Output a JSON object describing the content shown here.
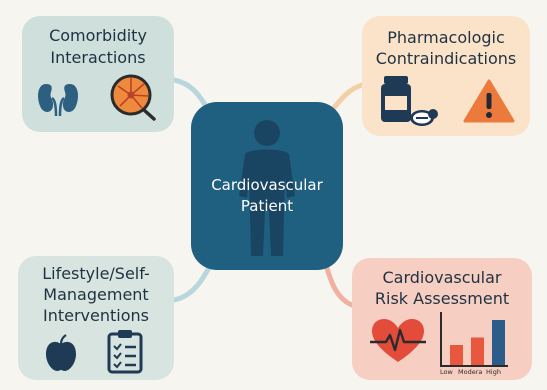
{
  "center": {
    "line1": "Cardiovascular",
    "line2": "Patient"
  },
  "nodes": {
    "comorbidity": {
      "line1": "Comorbidity",
      "line2": "Interactions",
      "icons": [
        "kidneys-icon",
        "eye-retina-icon"
      ]
    },
    "pharmacologic": {
      "line1": "Pharmacologic",
      "line2": "Contraindications",
      "icons": [
        "pill-bottle-icon",
        "warning-triangle-icon"
      ]
    },
    "lifestyle": {
      "line1": "Lifestyle/Self-",
      "line2": "Management",
      "line3": "Interventions",
      "icons": [
        "apple-icon",
        "clipboard-checklist-icon"
      ]
    },
    "risk": {
      "line1": "Cardiovascular",
      "line2": "Risk Assessment",
      "icons": [
        "heart-ecg-icon",
        "bar-chart-icon"
      ]
    }
  },
  "risk_chart": {
    "categories": [
      "Low",
      "Modera",
      "High"
    ],
    "levels": [
      0.4,
      0.55,
      0.9
    ],
    "colors": [
      "#e9573f",
      "#e9573f",
      "#2b5c8a"
    ]
  },
  "colors": {
    "background": "#f6f5f0",
    "center": "#1f5f80",
    "comorbidity": "#cfdfdc",
    "pharmacologic": "#fae3c8",
    "lifestyle": "#d7e4df",
    "risk": "#f6cfc2"
  }
}
